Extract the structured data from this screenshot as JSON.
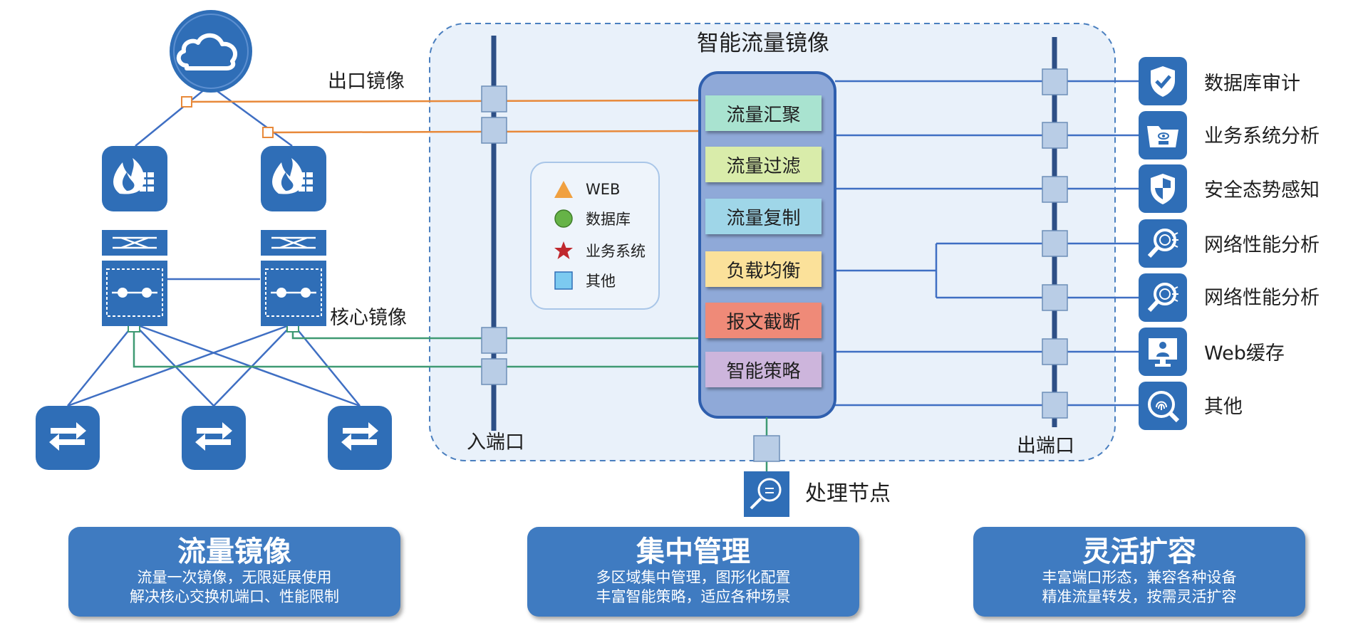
{
  "diagram": {
    "title": "智能流量镜像",
    "labels": {
      "egress_mirror": "出口镜像",
      "core_mirror": "核心镜像",
      "in_port": "入端口",
      "out_port": "出端口",
      "processing_node": "处理节点"
    },
    "functions": [
      {
        "label": "流量汇聚",
        "color": "#a9e3d0"
      },
      {
        "label": "流量过滤",
        "color": "#d9ecaa"
      },
      {
        "label": "流量复制",
        "color": "#9fd6e8"
      },
      {
        "label": "负载均衡",
        "color": "#fbe19a"
      },
      {
        "label": "报文截断",
        "color": "#ef8a78"
      },
      {
        "label": "智能策略",
        "color": "#cdb5dc"
      }
    ],
    "legend": [
      {
        "label": "WEB",
        "icon": "triangle-icon",
        "color": "#f0a040"
      },
      {
        "label": "数据库",
        "icon": "circle-icon",
        "color": "#66b347"
      },
      {
        "label": "业务系统",
        "icon": "star-icon",
        "color": "#c0282e"
      },
      {
        "label": "其他",
        "icon": "square-icon",
        "color": "#7ccaf0"
      }
    ],
    "outputs": [
      {
        "label": "数据库审计",
        "icon": "shield-check-icon"
      },
      {
        "label": "业务系统分析",
        "icon": "folder-app-icon"
      },
      {
        "label": "安全态势感知",
        "icon": "security-shield-icon"
      },
      {
        "label": "网络性能分析",
        "icon": "magnifier-lion-icon"
      },
      {
        "label": "网络性能分析",
        "icon": "magnifier-lion-icon"
      },
      {
        "label": "Web缓存",
        "icon": "monitor-user-icon"
      },
      {
        "label": "其他",
        "icon": "fingerprint-search-icon"
      }
    ],
    "colors": {
      "primary": "#2f6eb7",
      "egress_link": "#e8893a",
      "core_link": "#3f9a73",
      "engine_fill": "#8fa9d8",
      "region_fill": "#e9f1fa"
    }
  },
  "cards": [
    {
      "title": "流量镜像",
      "line1": "流量一次镜像，无限延展使用",
      "line2": "解决核心交换机端口、性能限制"
    },
    {
      "title": "集中管理",
      "line1": "多区域集中管理，图形化配置",
      "line2": "丰富智能策略，适应各种场景"
    },
    {
      "title": "灵活扩容",
      "line1": "丰富端口形态，兼容各种设备",
      "line2": "精准流量转发，按需灵活扩容"
    }
  ]
}
